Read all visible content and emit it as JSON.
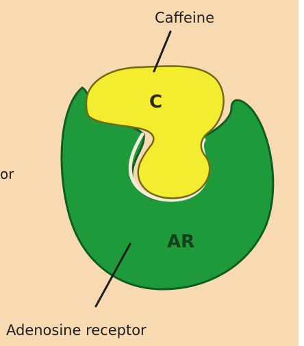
{
  "labels": {
    "caffeine": "Caffeine",
    "caffeine_symbol": "C",
    "receptor": "Adenosine receptor",
    "receptor_symbol": "AR",
    "cut_text": "or"
  },
  "colors": {
    "background": "#f7d9b2",
    "receptor_fill": "#1e9a3a",
    "receptor_stroke": "#0f5c22",
    "caffeine_fill": "#f4ec2e",
    "caffeine_stroke": "#6f6a10",
    "pocket_rim": "#f3ecd6"
  }
}
